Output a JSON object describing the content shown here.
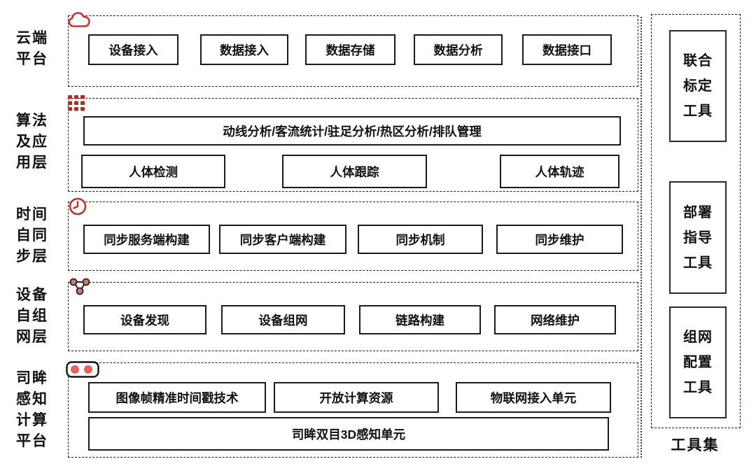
{
  "accent_red": "#c2352b",
  "layers": [
    {
      "label_lines": [
        "云端",
        "平台"
      ],
      "icon": "cloud-icon",
      "boxes": [
        "设备接入",
        "数据接入",
        "数据存储",
        "数据分析",
        "数据接口"
      ]
    },
    {
      "label_lines": [
        "算法",
        "及应",
        "用层"
      ],
      "icon": "grid-icon",
      "top_box": "动线分析/客流统计/驻足分析/热区分析/排队管理",
      "boxes": [
        "人体检测",
        "人体跟踪",
        "人体轨迹"
      ]
    },
    {
      "label_lines": [
        "时间",
        "自同",
        "步层"
      ],
      "icon": "clock-icon",
      "boxes": [
        "同步服务端构建",
        "同步客户端构建",
        "同步机制",
        "同步维护"
      ]
    },
    {
      "label_lines": [
        "设备",
        "自组",
        "网层"
      ],
      "icon": "network-icon",
      "boxes": [
        "设备发现",
        "设备组网",
        "链路构建",
        "网络维护"
      ]
    },
    {
      "label_lines": [
        "司眸",
        "感知",
        "计算",
        "平台"
      ],
      "icon": "stereo-camera-icon",
      "boxes": [
        "图像帧精准时间戳技术",
        "开放计算资源",
        "物联网接入单元"
      ],
      "bottom_box": "司眸双目3D感知单元"
    }
  ],
  "toolset": {
    "label": "工具集",
    "tools": [
      {
        "lines": [
          "联合",
          "标定",
          "工具"
        ]
      },
      {
        "lines": [
          "部署",
          "指导",
          "工具"
        ]
      },
      {
        "lines": [
          "组网",
          "配置",
          "工具"
        ]
      }
    ]
  }
}
